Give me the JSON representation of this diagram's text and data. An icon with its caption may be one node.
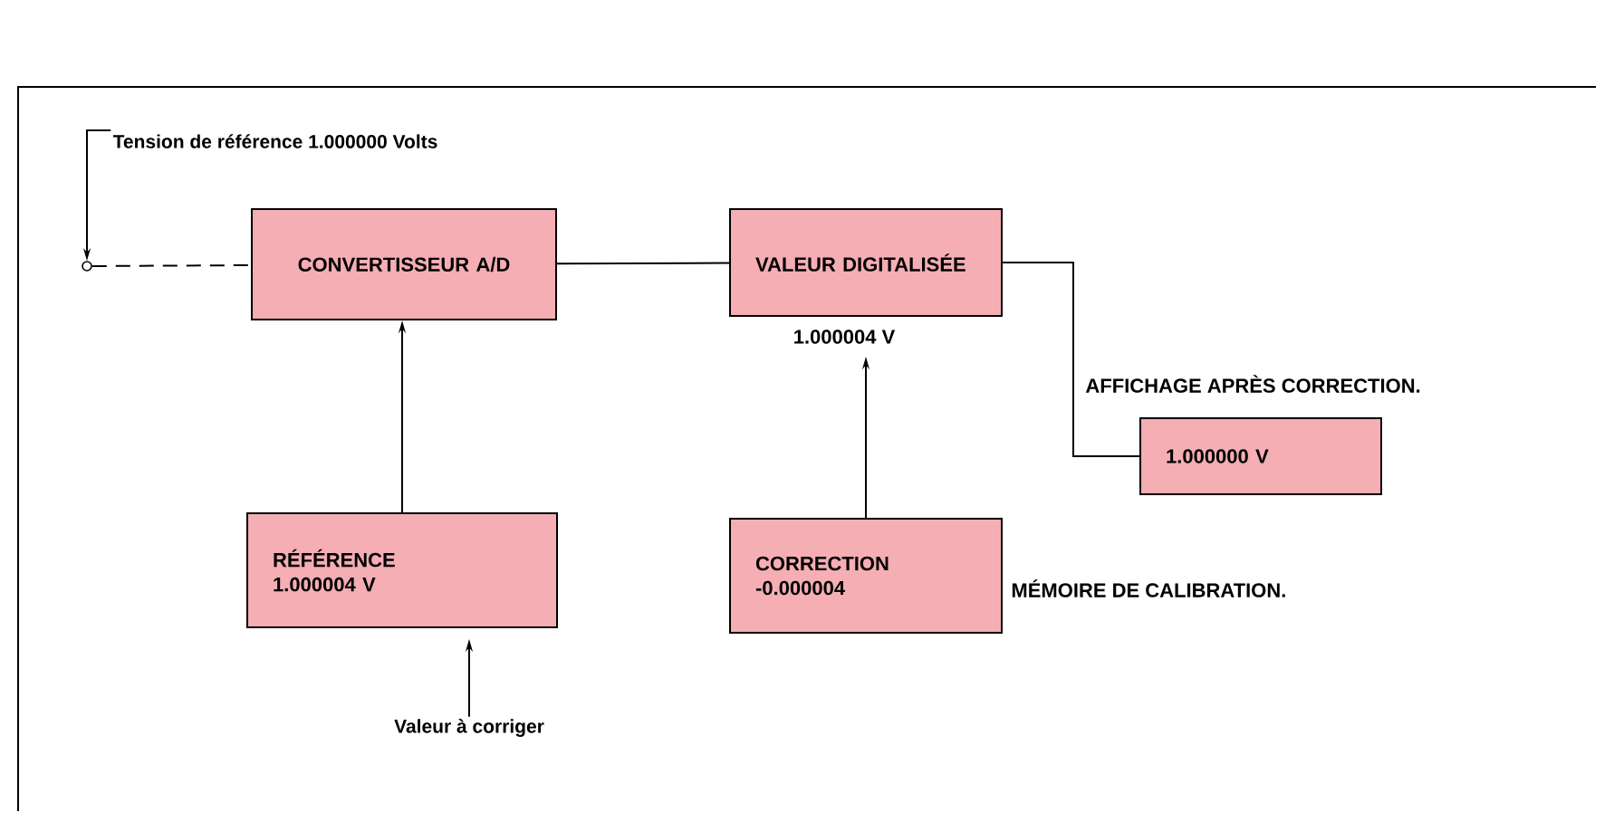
{
  "diagram": {
    "nodes": [
      {
        "text": [
          "Tension de référence  1.000000 Volts"
        ]
      },
      {
        "text": [],
        "shape": "circle"
      },
      {
        "text": [
          "CONVERTISSEUR A/D"
        ]
      },
      {
        "text": [
          "VALEUR DIGITALISÉE"
        ],
        "beside": [
          "1.000004 V"
        ]
      },
      {
        "text": [
          "1.000000 V"
        ],
        "beside": [
          "AFFICHAGE APRÈS CORRECTION."
        ]
      },
      {
        "text": [
          "RÉFÉRENCE",
          "1.000004 V"
        ]
      },
      {
        "text": [
          "CORRECTION",
          "-0.000004"
        ],
        "beside": [
          "MÉMOIRE DE CALIBRATION."
        ]
      },
      {
        "text": [
          "Valeur à corriger"
        ]
      }
    ],
    "edges": [
      {
        "from": 0,
        "to": 1,
        "arrow": "to"
      },
      {
        "from": 1,
        "to": 2,
        "arrow": "none",
        "style": "dashed"
      },
      {
        "from": 2,
        "to": 3,
        "arrow": "none"
      },
      {
        "from": 3,
        "to": 4,
        "arrow": "none"
      },
      {
        "from": 5,
        "to": 2,
        "arrow": "to"
      },
      {
        "from": 6,
        "to": 3,
        "arrow": "to"
      },
      {
        "from": 7,
        "to": 5,
        "arrow": "to"
      }
    ]
  }
}
